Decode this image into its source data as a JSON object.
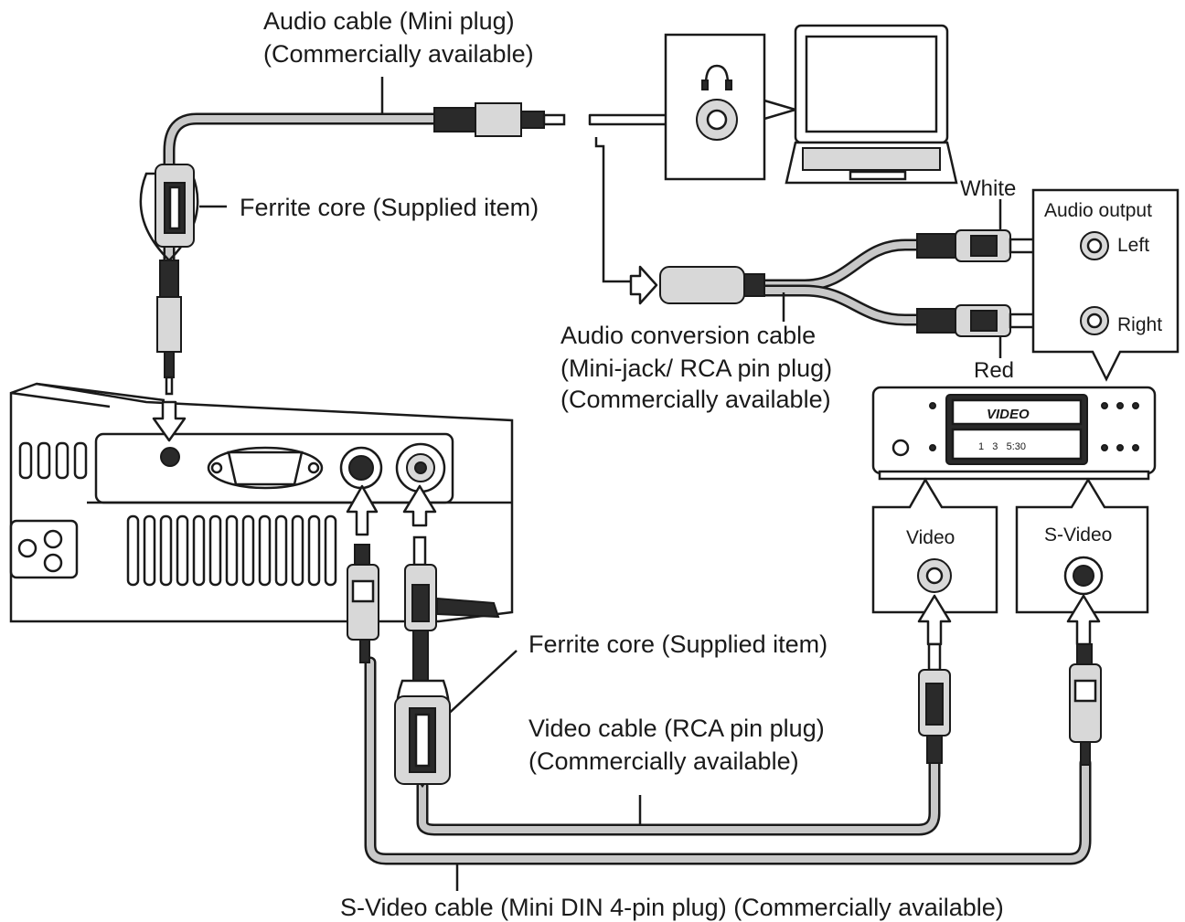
{
  "labels": {
    "audio_cable_line1": "Audio cable (Mini plug)",
    "audio_cable_line2": "(Commercially available)",
    "ferrite_core_top": "Ferrite core (Supplied item)",
    "white": "White",
    "audio_output": "Audio output",
    "left": "Left",
    "right": "Right",
    "red": "Red",
    "audio_conversion_line1": "Audio conversion cable",
    "audio_conversion_line2": "(Mini-jack/ RCA pin plug)",
    "audio_conversion_line3": "(Commercially available)",
    "vcr_logo": "VIDEO",
    "vcr_display": "1   3   5:30",
    "video_port": "Video",
    "svideo_port": "S-Video",
    "ferrite_core_bottom": "Ferrite core (Supplied item)",
    "video_cable_line1": "Video cable (RCA pin plug)",
    "video_cable_line2": "(Commercially available)",
    "svideo_cable": "S-Video cable (Mini DIN 4-pin plug) (Commercially available)"
  },
  "icons": [
    "headphone-icon",
    "laptop-icon",
    "vcr-icon",
    "projector-icon",
    "ferrite-core-icon",
    "arrow-icon"
  ],
  "colors": {
    "ink": "#1a1a1a",
    "cable_fill": "#c8c8c8",
    "background": "#ffffff"
  }
}
